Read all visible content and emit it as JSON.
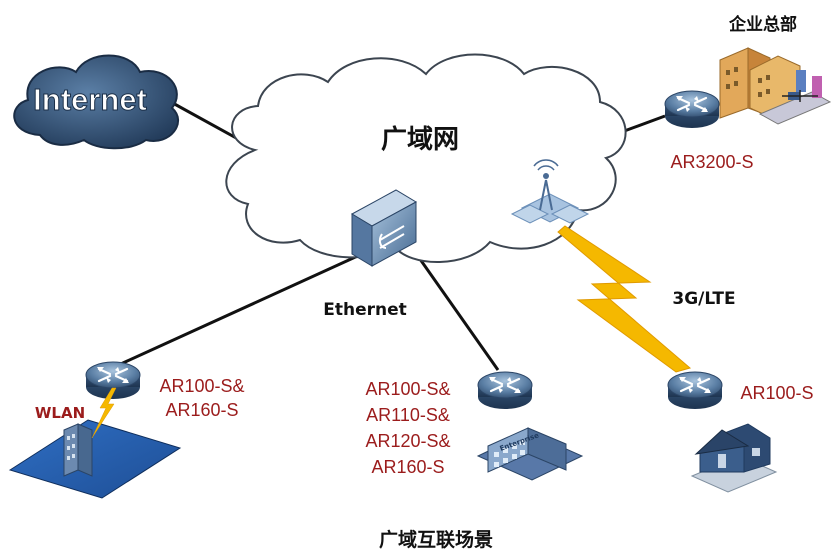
{
  "colors": {
    "router_dark": "#2f4a6b",
    "router_light": "#8fb0d0",
    "label_red": "#9b1c1c",
    "lightning": "#f5b800",
    "cloud_stroke": "#3c4550",
    "internet_fill": "#2e4c6f"
  },
  "labels": {
    "internet": "Internet",
    "wan": "广域网",
    "hq": "企业总部",
    "ar3200": "AR3200-S",
    "ethernet": "Ethernet",
    "cellular": "3G/LTE",
    "wlan": "WLAN",
    "branch_left": [
      "AR100-S&",
      "AR160-S"
    ],
    "branch_middle": [
      "AR100-S&",
      "AR110-S&",
      "AR120-S&",
      "AR160-S"
    ],
    "branch_right": "AR100-S",
    "enterprise_sign": "Enterprise",
    "caption": "广域互联场景"
  },
  "icons": [
    "router-icon",
    "switch-icon",
    "cell-tower-icon",
    "building-icon",
    "house-icon",
    "lightning-icon",
    "wireless-signal-icon"
  ]
}
